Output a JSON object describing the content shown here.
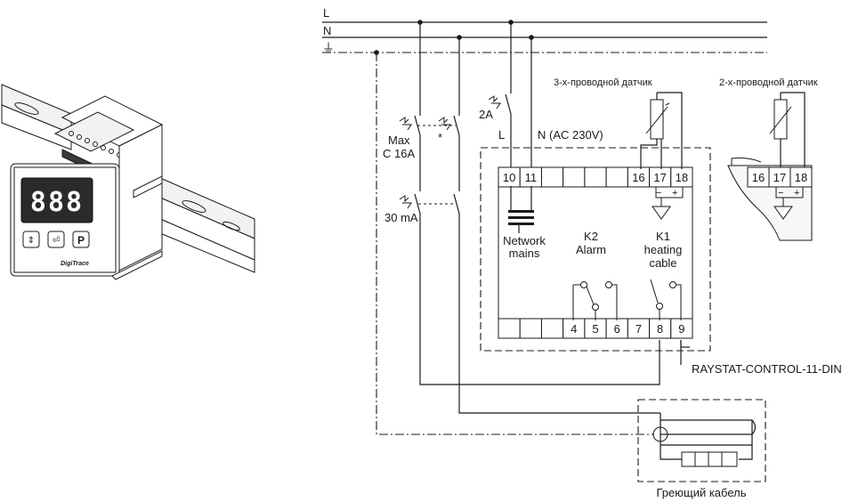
{
  "mains": {
    "L": "L",
    "N": "N",
    "PE": "⏚"
  },
  "breakers": {
    "rcd": "30 mA",
    "main_max": "Max",
    "main_rating": "C 16A",
    "star": "*",
    "fuse": "2A"
  },
  "supply": {
    "L": "L",
    "N_label": "N (AC 230V)"
  },
  "terminals_top": [
    "10",
    "11",
    "",
    "",
    "",
    "",
    "16",
    "17",
    "18"
  ],
  "terminals_bottom": [
    "",
    "",
    "",
    "4",
    "5",
    "6",
    "7",
    "8",
    "9"
  ],
  "sensor_pins": {
    "minus": "−",
    "plus": "+"
  },
  "labels": {
    "network_line1": "Network",
    "network_line2": "mains",
    "k2_line1": "K2",
    "k2_line2": "Alarm",
    "k1_line1": "K1",
    "k1_line2": "heating",
    "k1_line3": "cable",
    "sensor3": "3-х-проводной датчик",
    "sensor2": "2-х-проводной датчик",
    "model": "RAYSTAT-CONTROL-11-DIN",
    "cable": "Греющий кабель"
  },
  "sensor2_terminals": [
    "16",
    "17",
    "18"
  ],
  "device": {
    "display_digits": "888",
    "brand": "DigiTrace",
    "buttons": [
      "up-down",
      "enter",
      "P"
    ]
  }
}
